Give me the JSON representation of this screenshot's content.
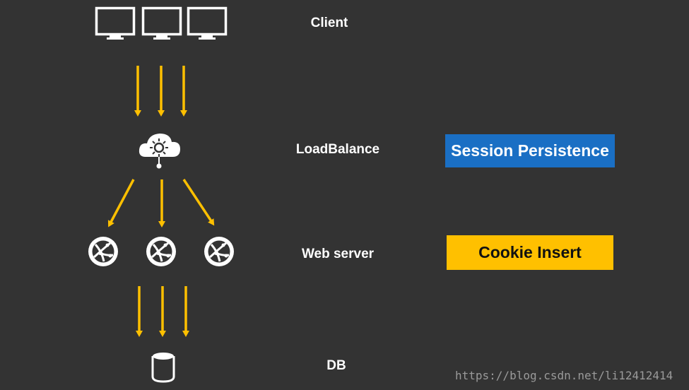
{
  "tiers": {
    "client": "Client",
    "loadbalance": "LoadBalance",
    "webserver": "Web server",
    "db": "DB"
  },
  "tags": {
    "session": {
      "label": "Session Persistence",
      "color": "#1a6fc4"
    },
    "cookie": {
      "label": "Cookie Insert",
      "color": "#ffc000"
    }
  },
  "icons": {
    "client": "monitor-icon",
    "loadbalance": "cloud-load-balancer-icon",
    "webserver": "web-server-icon",
    "db": "database-icon"
  },
  "colors": {
    "background": "#333333",
    "arrow": "#ffc000",
    "icon": "#ffffff"
  },
  "watermark": "https://blog.csdn.net/li12412414"
}
